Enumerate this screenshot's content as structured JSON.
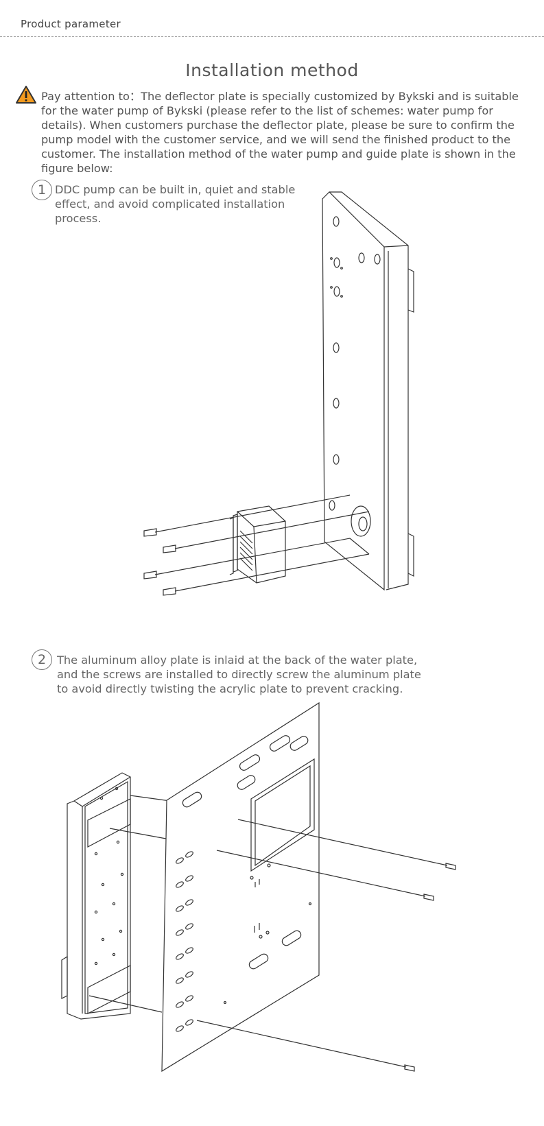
{
  "header": {
    "title": "Product parameter"
  },
  "section": {
    "title": "Installation method"
  },
  "notice": {
    "icon": "warning-icon",
    "text": "Pay attention to：The deflector plate is specially customized by Bykski and is suitable for the water pump of Bykski (please refer to the list of schemes: water pump for details). When customers purchase the deflector plate, please be sure to confirm the pump model with the customer service, and we will send the finished product to the customer. The installation method of the water pump and guide plate is shown in the figure below:"
  },
  "steps": [
    {
      "number": "1",
      "text": "DDC pump can be built in, quiet and stable effect, and avoid complicated installation process."
    },
    {
      "number": "2",
      "text": "The aluminum alloy plate is inlaid at the back of the water plate, and the screws are installed to directly screw the aluminum plate to avoid directly twisting the acrylic plate to prevent cracking."
    }
  ],
  "colors": {
    "text": "#555555",
    "line": "#333333",
    "warning_fill": "#f39a1e"
  }
}
